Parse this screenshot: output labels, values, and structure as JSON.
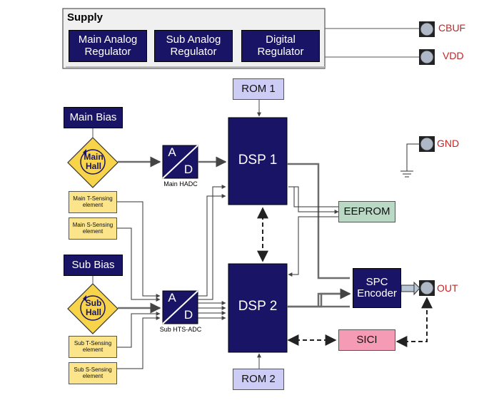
{
  "supply": {
    "title": "Supply",
    "main_analog": "Main Analog Regulator",
    "sub_analog": "Sub Analog Regulator",
    "digital": "Digital Regulator"
  },
  "pins": {
    "cbuf": "CBUF",
    "vdd": "VDD",
    "gnd": "GND",
    "out": "OUT"
  },
  "blocks": {
    "rom1": "ROM 1",
    "rom2": "ROM 2",
    "dsp1": "DSP 1",
    "dsp2": "DSP 2",
    "eeprom": "EEPROM",
    "spc": "SPC Encoder",
    "sici": "SICI",
    "main_bias": "Main Bias",
    "sub_bias": "Sub Bias",
    "main_hall": "Main Hall",
    "sub_hall": "Sub Hall",
    "main_t": "Main T-Sensing element",
    "main_s": "Main S-Sensing element",
    "sub_t": "Sub T-Sensing element",
    "sub_s": "Sub S-Sensing element",
    "adc_a": "A",
    "adc_d": "D",
    "main_hadc": "Main HADC",
    "sub_hts": "Sub HTS-ADC"
  },
  "colors": {
    "navy": "#1a1466",
    "rom": "#ccccf5",
    "eeprom": "#b9d9c4",
    "sici": "#f59bb5",
    "sensor": "#fbe48a",
    "hall": "#f7d44a",
    "pin_label": "#cc1f1f",
    "wire": "#6d6d6d"
  }
}
